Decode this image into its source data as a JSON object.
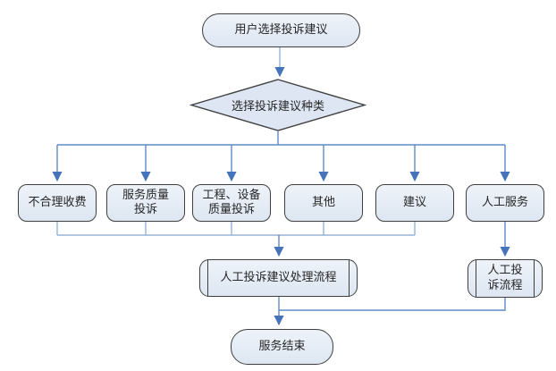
{
  "diagram": {
    "description": "IVR complaint and suggestion selection flowchart",
    "language": "zh-CN"
  },
  "nodes": {
    "start": {
      "label": "用户选择投诉建议",
      "shape": "terminator"
    },
    "decision": {
      "label": "选择投诉建议种类",
      "shape": "decision"
    },
    "cat_unreasonable_fee": {
      "label": "不合理收费",
      "shape": "rounded-process"
    },
    "cat_service_quality": {
      "label": "服务质量\n投诉",
      "shape": "rounded-process"
    },
    "cat_engineering_equip": {
      "label": "工程、设备\n质量投诉",
      "shape": "rounded-process"
    },
    "cat_other": {
      "label": "其他",
      "shape": "rounded-process"
    },
    "cat_suggestion": {
      "label": "建议",
      "shape": "rounded-process"
    },
    "cat_manual_service": {
      "label": "人工服务",
      "shape": "rounded-process"
    },
    "process_main": {
      "label": "人工投诉建议处理流程",
      "shape": "predefined-process"
    },
    "process_manual": {
      "label": "人工投\n诉流程",
      "shape": "predefined-process"
    },
    "end": {
      "label": "服务结束",
      "shape": "terminator"
    }
  },
  "colors": {
    "background": "#ffffff",
    "node_fill": "#dde6f2",
    "node_fill_light": "#eef3f9",
    "node_border": "#3f3f3f",
    "connector": "#5d8cc9",
    "connector_light": "#95b3d7",
    "arrowhead": "#4574ba",
    "text": "#262626"
  }
}
